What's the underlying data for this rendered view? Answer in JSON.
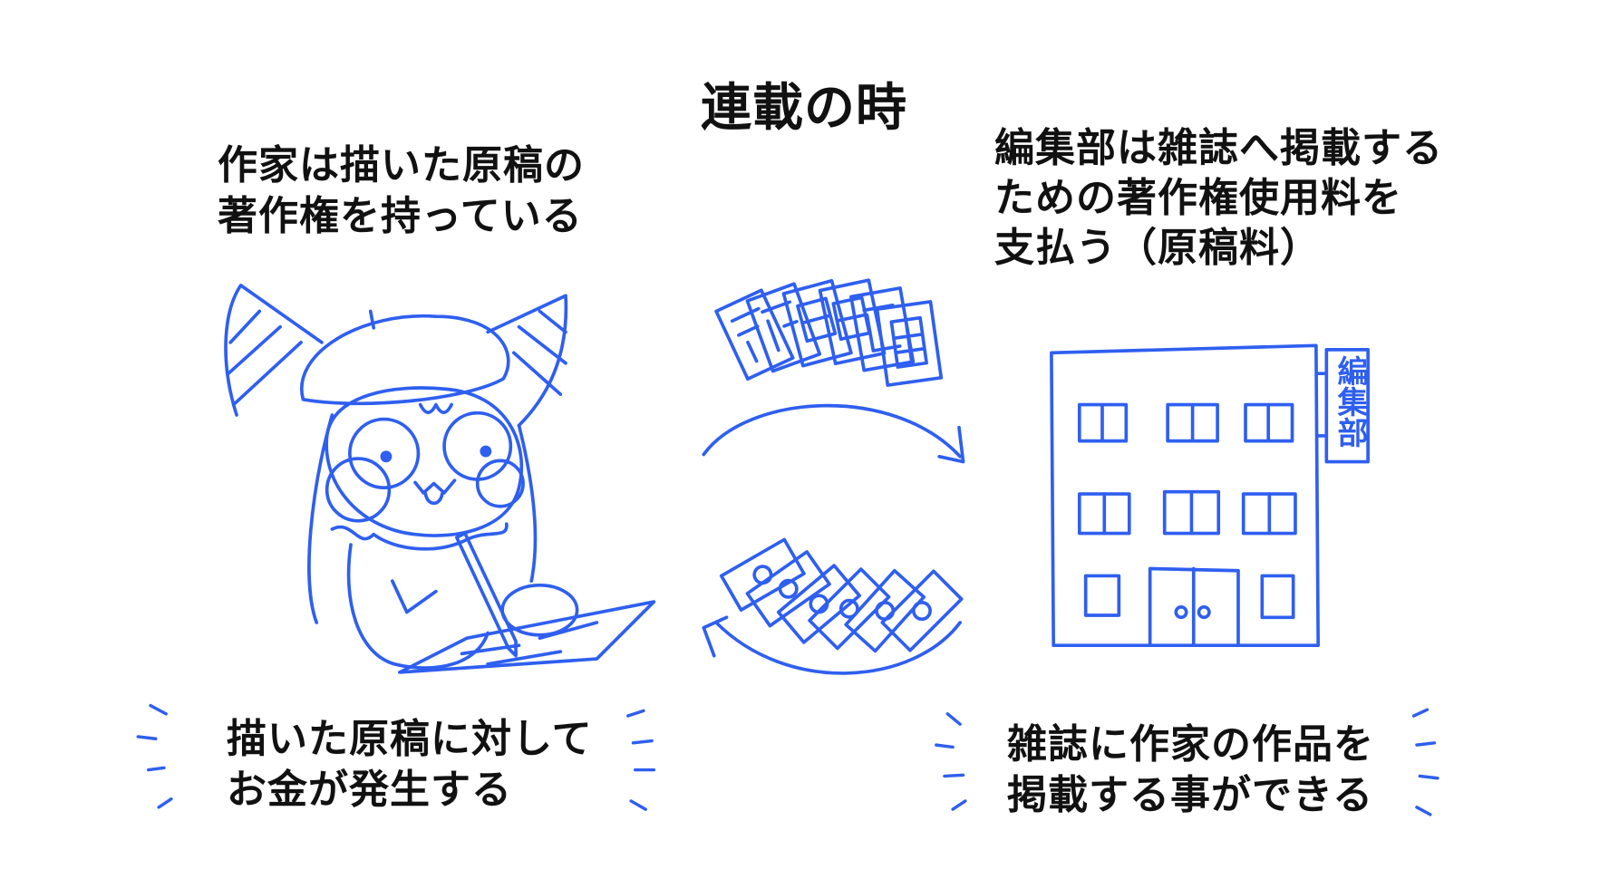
{
  "title": "連載の時",
  "author_side": {
    "lines": [
      "作家は描いた原稿の",
      "著作権を持っている"
    ]
  },
  "publisher_side": {
    "lines": [
      "編集部は雑誌へ掲載する",
      "ための著作権使用料を",
      "支払う（原稿料）"
    ]
  },
  "author_benefit": {
    "lines": [
      "描いた原稿に対して",
      "お金が発生する"
    ]
  },
  "publisher_benefit": {
    "lines": [
      "雑誌に作家の作品を",
      "掲載する事ができる"
    ]
  },
  "building_sign": "編集部",
  "colors": {
    "ink": "#2f5ff0",
    "text": "#111111"
  }
}
